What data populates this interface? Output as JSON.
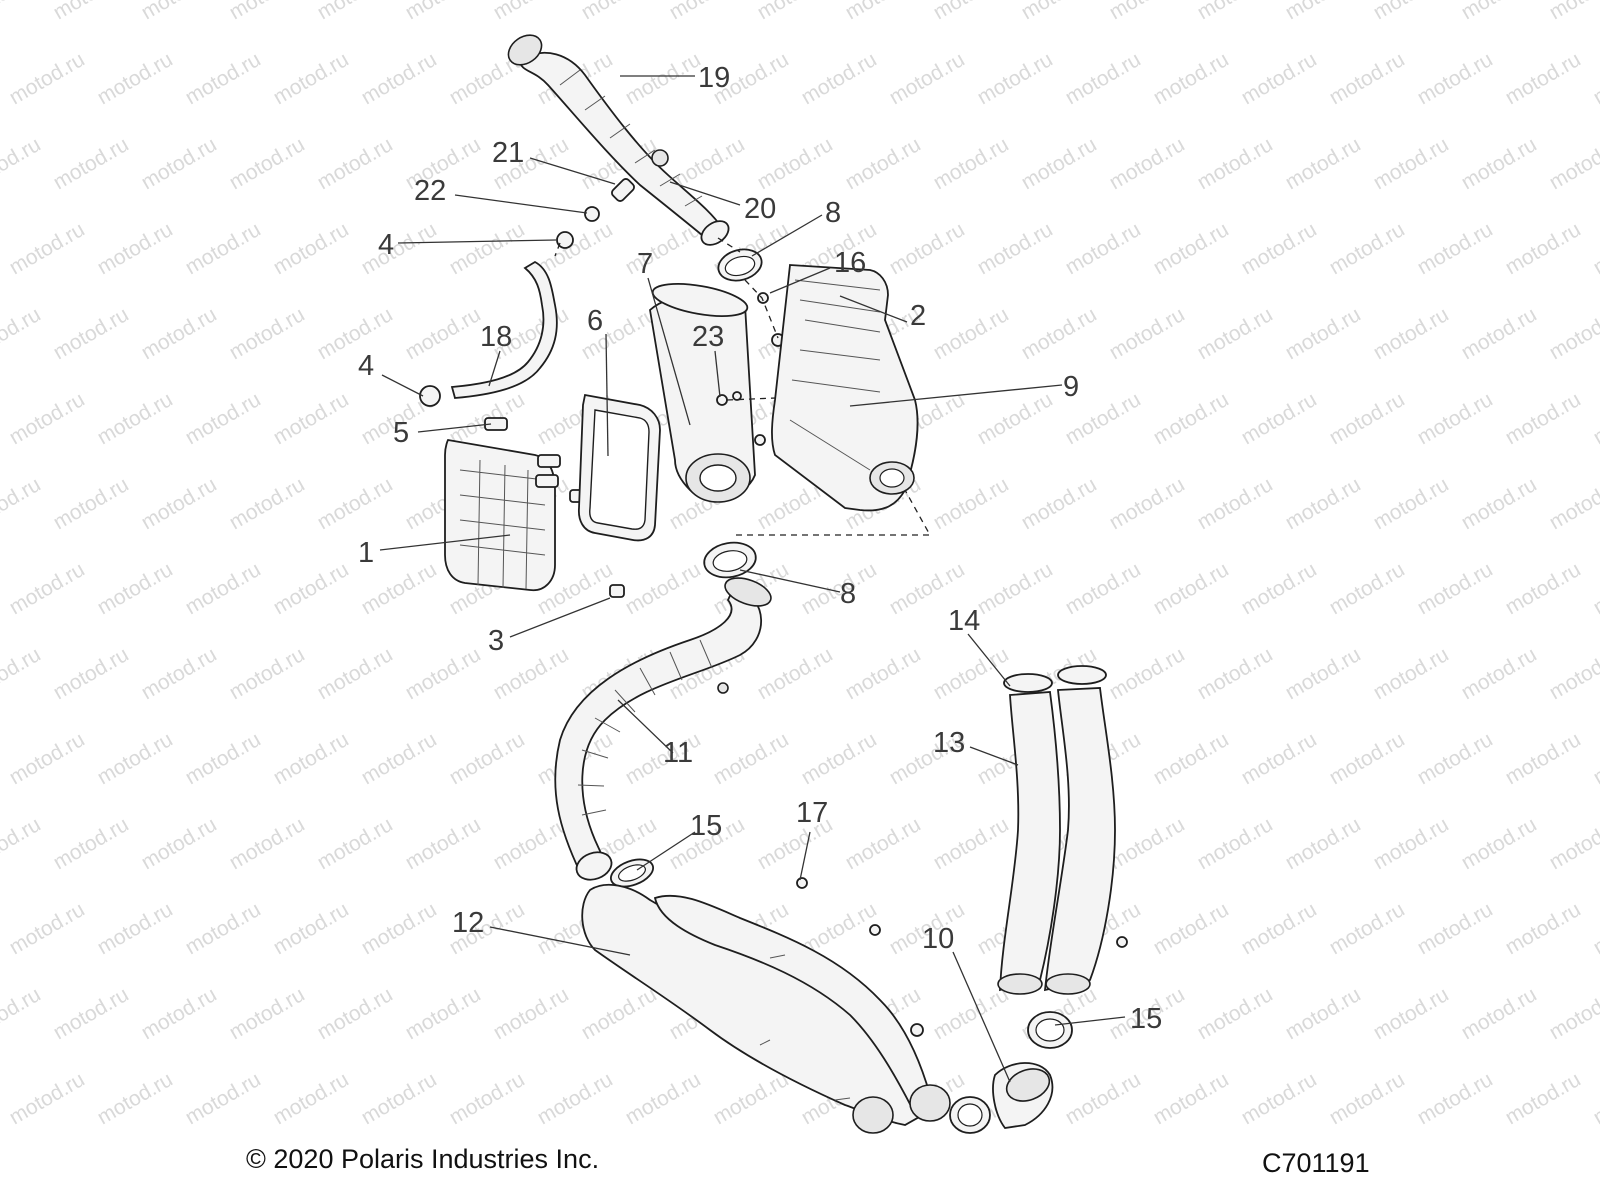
{
  "watermark": "motod.ru",
  "footer": {
    "copyright": "© 2020 Polaris Industries Inc.",
    "drawing_code": "C701191"
  },
  "callouts": [
    "19",
    "21",
    "22",
    "20",
    "8",
    "4",
    "16",
    "7",
    "2",
    "6",
    "23",
    "18",
    "9",
    "4",
    "5",
    "1",
    "8",
    "3",
    "14",
    "13",
    "11",
    "17",
    "15",
    "12",
    "10",
    "15"
  ]
}
